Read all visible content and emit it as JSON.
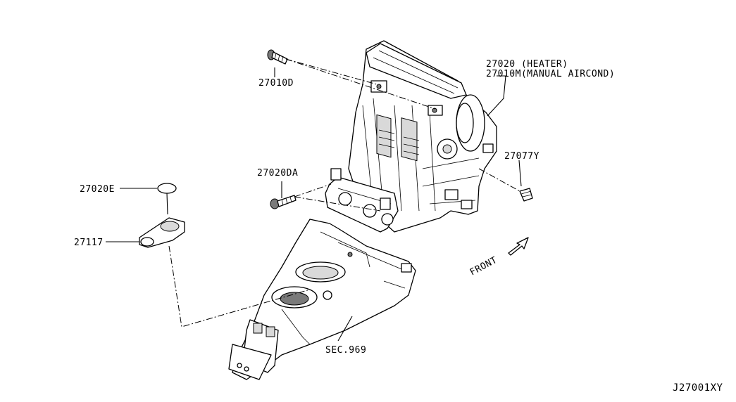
{
  "diagram": {
    "code": "J27001XY",
    "labels": {
      "p27010d": "27010D",
      "p27020_heater": "27020 (HEATER)",
      "p27010m": "27010M(MANUAL AIRCOND)",
      "p27077y": "27077Y",
      "p27020da": "27020DA",
      "p27020e": "27020E",
      "p27117": "27117",
      "sec969": "SEC.969",
      "front": "FRONT"
    }
  }
}
